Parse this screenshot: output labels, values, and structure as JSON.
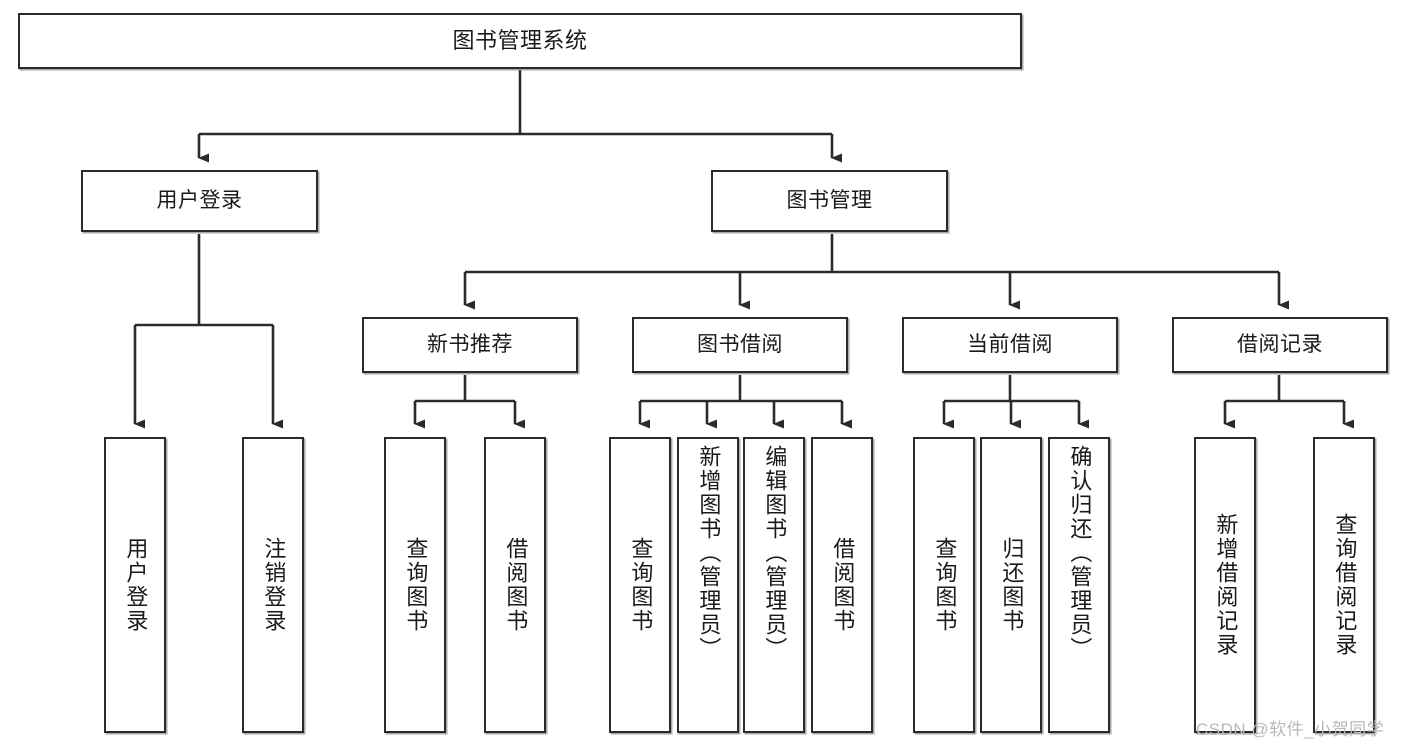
{
  "diagram": {
    "title": "图书管理系统",
    "type": "hierarchy-tree",
    "watermark": "CSDN @软件_小贺同学",
    "colors": {
      "border": "#2b2b2b",
      "background": "#ffffff",
      "text": "#1a1a1a",
      "watermark": "#b9b9b9"
    },
    "levels": {
      "root": "图书管理系统",
      "level2": [
        "用户登录",
        "图书管理"
      ],
      "level3": [
        "新书推荐",
        "图书借阅",
        "当前借阅",
        "借阅记录"
      ]
    },
    "nodes": {
      "root": {
        "label": "图书管理系统"
      },
      "user_login": {
        "label": "用户登录"
      },
      "book_manage": {
        "label": "图书管理"
      },
      "new_book_rec": {
        "label": "新书推荐"
      },
      "book_borrow": {
        "label": "图书借阅"
      },
      "current_borrow": {
        "label": "当前借阅"
      },
      "borrow_record": {
        "label": "借阅记录"
      },
      "leaf_user_login": {
        "label": "用户登录"
      },
      "leaf_logout": {
        "label": "注销登录"
      },
      "leaf_query_book_1": {
        "label": "查询图书"
      },
      "leaf_borrow_book_1": {
        "label": "借阅图书"
      },
      "leaf_query_book_2": {
        "label": "查询图书"
      },
      "leaf_add_book": {
        "label": "新增图书（管理员）"
      },
      "leaf_edit_book": {
        "label": "编辑图书（管理员）"
      },
      "leaf_borrow_book_2": {
        "label": "借阅图书"
      },
      "leaf_query_book_3": {
        "label": "查询图书"
      },
      "leaf_return_book": {
        "label": "归还图书"
      },
      "leaf_confirm_return": {
        "label": "确认归还（管理员）"
      },
      "leaf_add_record": {
        "label": "新增借阅记录"
      },
      "leaf_query_record": {
        "label": "查询借阅记录"
      }
    }
  }
}
